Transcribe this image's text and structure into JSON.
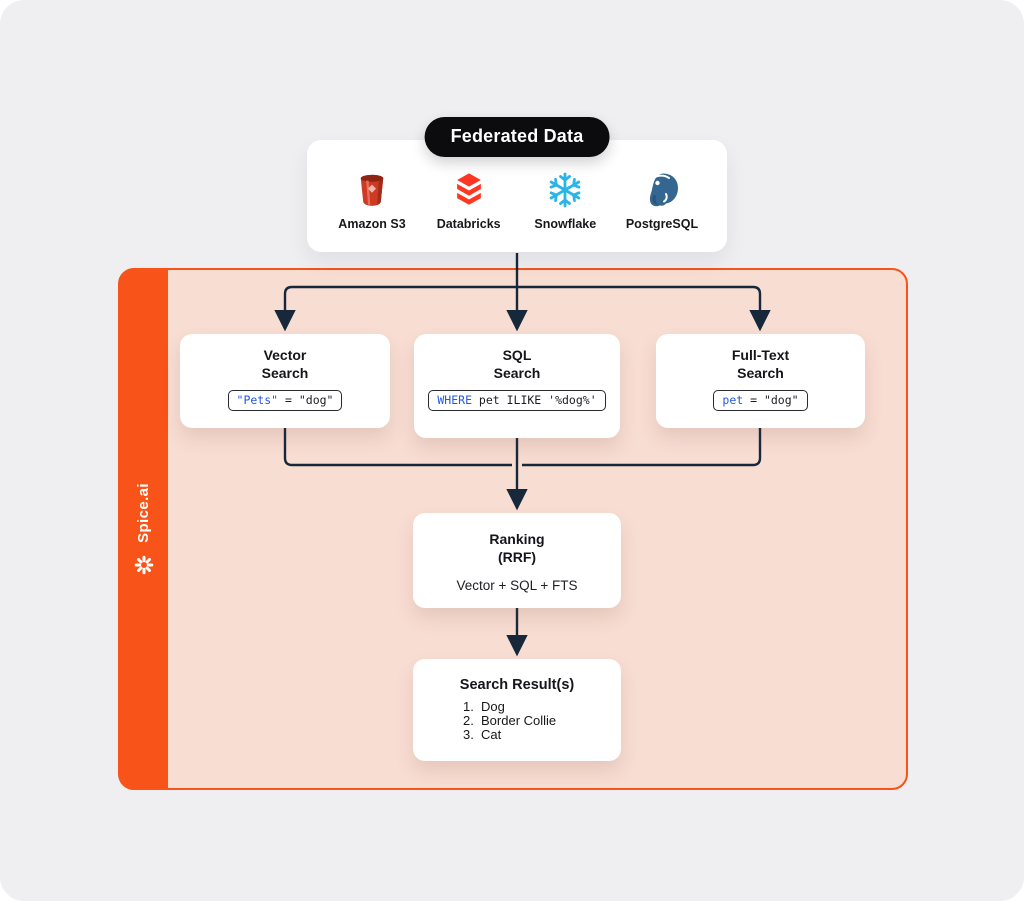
{
  "colors": {
    "accent_orange": "#F85318",
    "container_fill": "#F8DDD3",
    "arrow": "#16283A",
    "badge_bg": "#0C0C0E",
    "code_keyword_blue": "#2257E7",
    "s3_red": "#CE3B25",
    "databricks_red": "#FF3621",
    "snowflake_blue": "#29B5E8",
    "postgres_blue": "#336791"
  },
  "federated": {
    "badge": "Federated Data",
    "sources": [
      {
        "label": "Amazon S3"
      },
      {
        "label": "Databricks"
      },
      {
        "label": "Snowflake"
      },
      {
        "label": "PostgreSQL"
      }
    ]
  },
  "spice": {
    "brand": "Spice.ai"
  },
  "searches": [
    {
      "title1": "Vector",
      "title2": "Search",
      "kw": "\"Pets\"",
      "rest": " = \"dog\""
    },
    {
      "title1": "SQL",
      "title2": "Search",
      "kw": "WHERE",
      "rest": " pet ILIKE '%dog%'"
    },
    {
      "title1": "Full-Text",
      "title2": "Search",
      "kw": "pet",
      "rest": " = \"dog\""
    }
  ],
  "ranking": {
    "title1": "Ranking",
    "title2": "(RRF)",
    "subtitle": "Vector + SQL + FTS"
  },
  "results": {
    "title": "Search Result(s)",
    "items": [
      {
        "num": "1.",
        "label": "Dog"
      },
      {
        "num": "2.",
        "label": "Border Collie"
      },
      {
        "num": "3.",
        "label": "Cat"
      }
    ]
  }
}
